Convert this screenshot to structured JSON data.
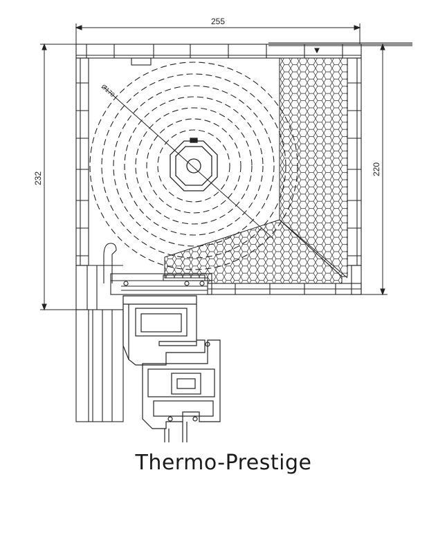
{
  "drawing": {
    "title": "Thermo-Prestige",
    "dimensions": {
      "width": "255",
      "height_outer": "232",
      "height_inner": "220",
      "roll_diameter": "Ø170"
    },
    "colors": {
      "line": "#222222",
      "background": "#ffffff"
    }
  }
}
